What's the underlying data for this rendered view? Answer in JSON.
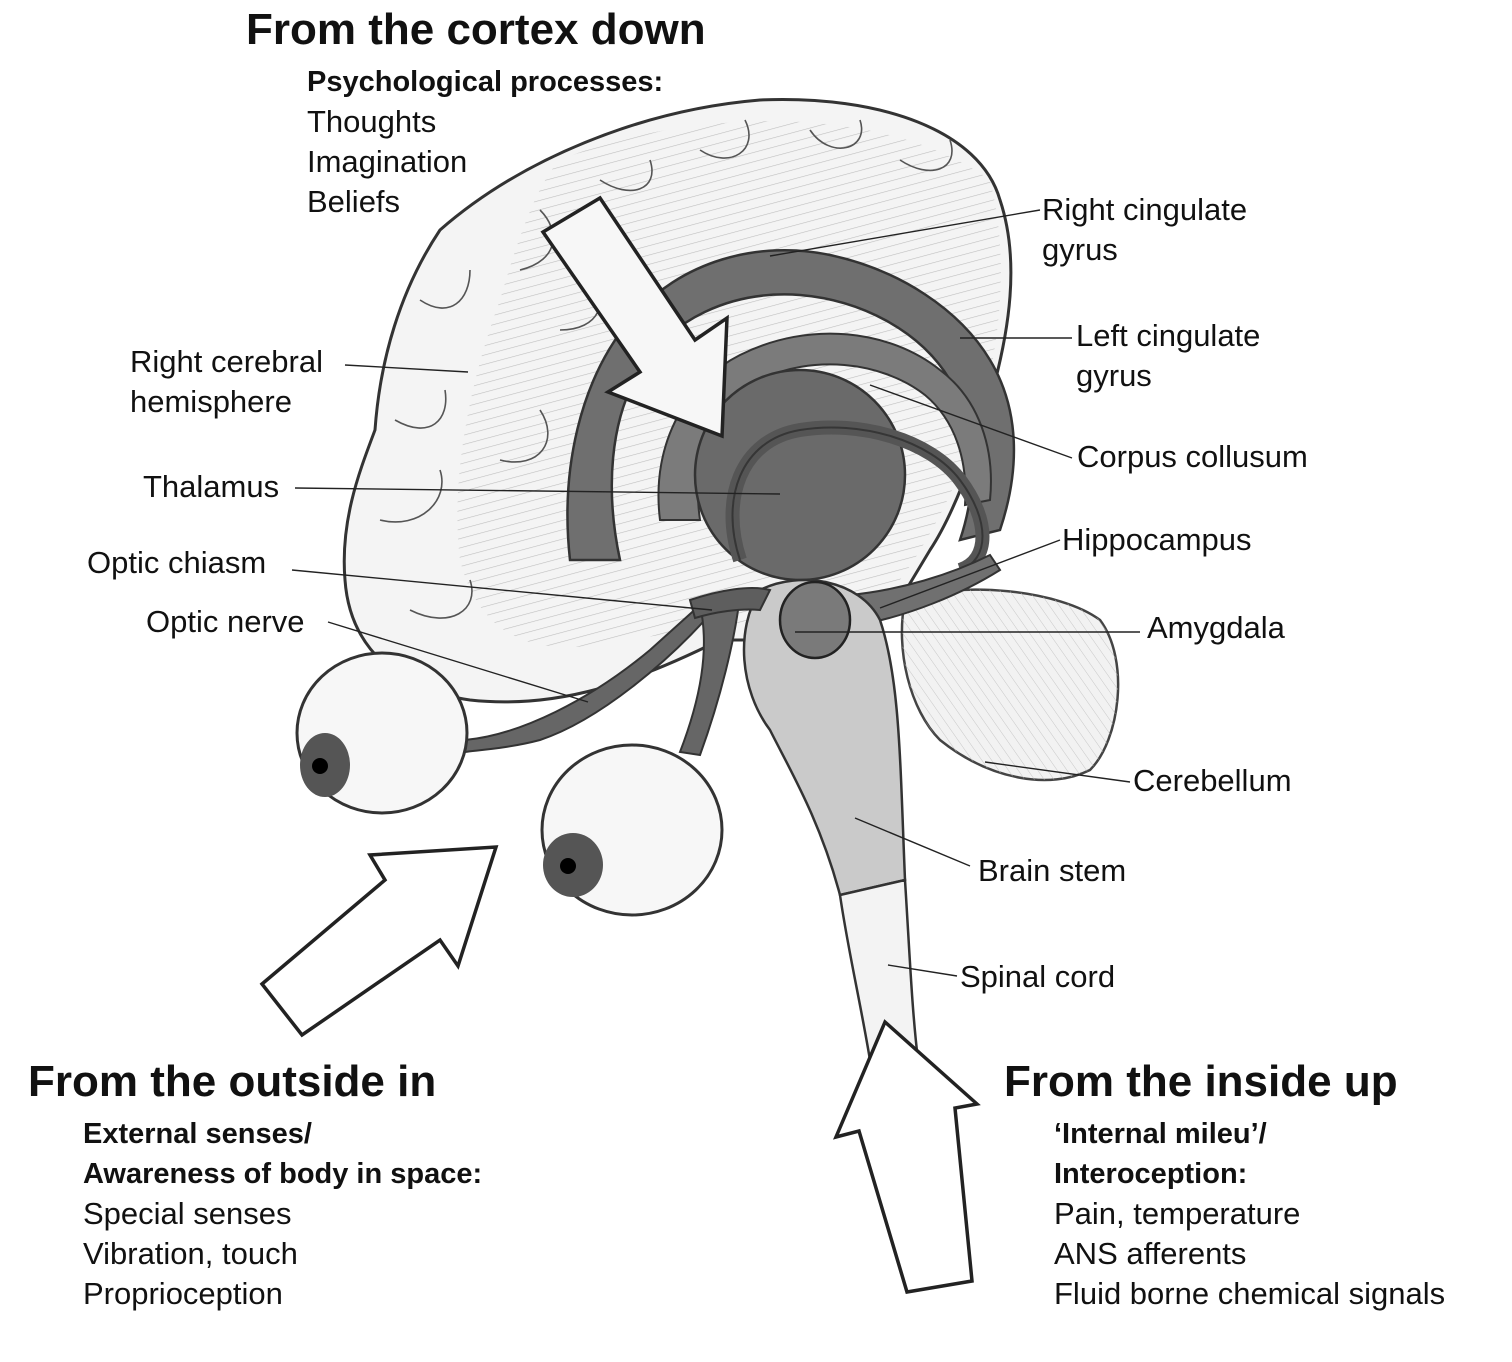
{
  "headings": {
    "cortex": {
      "title": "From the cortex down",
      "subtitle": "Psychological processes:",
      "items": [
        "Thoughts",
        "Imagination",
        "Beliefs"
      ]
    },
    "outside": {
      "title": "From the outside in",
      "subtitle_1": "External senses/",
      "subtitle_2": "Awareness of body in space:",
      "items": [
        "Special senses",
        "Vibration, touch",
        "Proprioception"
      ]
    },
    "inside": {
      "title": "From the inside up",
      "subtitle_1": "‘Internal mileu’/",
      "subtitle_2": "Interoception:",
      "items": [
        "Pain, temperature",
        "ANS afferents",
        "Fluid borne chemical signals"
      ]
    }
  },
  "labels": {
    "right_cingulate": [
      "Right cingulate",
      "gyrus"
    ],
    "left_cingulate": [
      "Left cingulate",
      "gyrus"
    ],
    "corpus": "Corpus collusum",
    "hippocampus": "Hippocampus",
    "amygdala": "Amygdala",
    "cerebellum": "Cerebellum",
    "brain_stem": "Brain stem",
    "spinal_cord": "Spinal cord",
    "right_hemisphere": [
      "Right cerebral",
      "hemisphere"
    ],
    "thalamus": "Thalamus",
    "optic_chiasm": "Optic chiasm",
    "optic_nerve": "Optic nerve"
  },
  "colors": {
    "dark_structure": "#6f6f6f",
    "brainstem": "#c9c9c9",
    "outline": "#333333",
    "arrow_fill": "#ffffff"
  }
}
